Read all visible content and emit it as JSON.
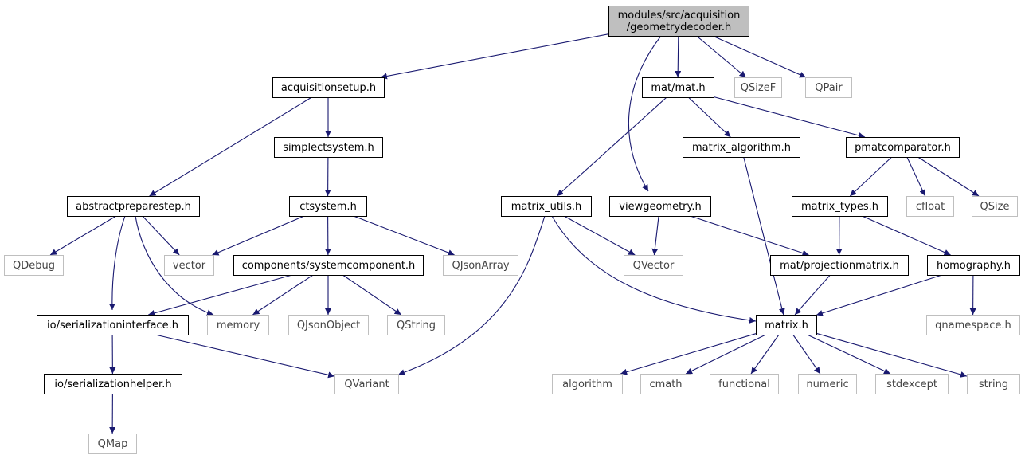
{
  "diagram": {
    "type": "include-dependency-graph",
    "colors": {
      "edge": "#191970",
      "root_fill": "#bfbfbf",
      "node_border": "#000000",
      "external_border": "#bfbfbf"
    },
    "nodes": [
      {
        "id": "root",
        "label": [
          "modules/src/acquisition",
          "/geometrydecoder.h"
        ],
        "kind": "root"
      },
      {
        "id": "acquisitionsetup",
        "label": [
          "acquisitionsetup.h"
        ],
        "kind": "defined"
      },
      {
        "id": "matmat",
        "label": [
          "mat/mat.h"
        ],
        "kind": "defined"
      },
      {
        "id": "qsizef",
        "label": [
          "QSizeF"
        ],
        "kind": "external"
      },
      {
        "id": "qpair",
        "label": [
          "QPair"
        ],
        "kind": "external"
      },
      {
        "id": "simplectsystem",
        "label": [
          "simplectsystem.h"
        ],
        "kind": "defined"
      },
      {
        "id": "matrix_algorithm",
        "label": [
          "matrix_algorithm.h"
        ],
        "kind": "defined"
      },
      {
        "id": "pmatcomparator",
        "label": [
          "pmatcomparator.h"
        ],
        "kind": "defined"
      },
      {
        "id": "abstractpreparestep",
        "label": [
          "abstractpreparestep.h"
        ],
        "kind": "defined"
      },
      {
        "id": "ctsystem",
        "label": [
          "ctsystem.h"
        ],
        "kind": "defined"
      },
      {
        "id": "matrix_utils",
        "label": [
          "matrix_utils.h"
        ],
        "kind": "defined"
      },
      {
        "id": "viewgeometry",
        "label": [
          "viewgeometry.h"
        ],
        "kind": "defined"
      },
      {
        "id": "matrix_types",
        "label": [
          "matrix_types.h"
        ],
        "kind": "defined"
      },
      {
        "id": "cfloat",
        "label": [
          "cfloat"
        ],
        "kind": "external"
      },
      {
        "id": "qsize",
        "label": [
          "QSize"
        ],
        "kind": "external"
      },
      {
        "id": "qdebug",
        "label": [
          "QDebug"
        ],
        "kind": "external"
      },
      {
        "id": "vector",
        "label": [
          "vector"
        ],
        "kind": "external"
      },
      {
        "id": "systemcomponent",
        "label": [
          "components/systemcomponent.h"
        ],
        "kind": "defined"
      },
      {
        "id": "qjsonarray",
        "label": [
          "QJsonArray"
        ],
        "kind": "external"
      },
      {
        "id": "qvector",
        "label": [
          "QVector"
        ],
        "kind": "external"
      },
      {
        "id": "projectionmatrix",
        "label": [
          "mat/projectionmatrix.h"
        ],
        "kind": "defined"
      },
      {
        "id": "homography",
        "label": [
          "homography.h"
        ],
        "kind": "defined"
      },
      {
        "id": "serializationinterface",
        "label": [
          "io/serializationinterface.h"
        ],
        "kind": "defined"
      },
      {
        "id": "memory",
        "label": [
          "memory"
        ],
        "kind": "external"
      },
      {
        "id": "qjsonobject",
        "label": [
          "QJsonObject"
        ],
        "kind": "external"
      },
      {
        "id": "qstring",
        "label": [
          "QString"
        ],
        "kind": "external"
      },
      {
        "id": "matrix",
        "label": [
          "matrix.h"
        ],
        "kind": "defined"
      },
      {
        "id": "qnamespace",
        "label": [
          "qnamespace.h"
        ],
        "kind": "external"
      },
      {
        "id": "serializationhelper",
        "label": [
          "io/serializationhelper.h"
        ],
        "kind": "defined"
      },
      {
        "id": "qvariant",
        "label": [
          "QVariant"
        ],
        "kind": "external"
      },
      {
        "id": "algorithm",
        "label": [
          "algorithm"
        ],
        "kind": "external"
      },
      {
        "id": "cmath",
        "label": [
          "cmath"
        ],
        "kind": "external"
      },
      {
        "id": "functional",
        "label": [
          "functional"
        ],
        "kind": "external"
      },
      {
        "id": "numeric",
        "label": [
          "numeric"
        ],
        "kind": "external"
      },
      {
        "id": "stdexcept",
        "label": [
          "stdexcept"
        ],
        "kind": "external"
      },
      {
        "id": "string",
        "label": [
          "string"
        ],
        "kind": "external"
      },
      {
        "id": "qmap",
        "label": [
          "QMap"
        ],
        "kind": "external"
      }
    ],
    "edges": [
      [
        "root",
        "acquisitionsetup"
      ],
      [
        "root",
        "matmat"
      ],
      [
        "root",
        "qsizef"
      ],
      [
        "root",
        "qpair"
      ],
      [
        "root",
        "viewgeometry"
      ],
      [
        "acquisitionsetup",
        "simplectsystem"
      ],
      [
        "acquisitionsetup",
        "abstractpreparestep"
      ],
      [
        "simplectsystem",
        "ctsystem"
      ],
      [
        "matmat",
        "matrix_utils"
      ],
      [
        "matmat",
        "matrix_algorithm"
      ],
      [
        "matmat",
        "pmatcomparator"
      ],
      [
        "pmatcomparator",
        "matrix_types"
      ],
      [
        "pmatcomparator",
        "cfloat"
      ],
      [
        "pmatcomparator",
        "qsize"
      ],
      [
        "abstractpreparestep",
        "qdebug"
      ],
      [
        "abstractpreparestep",
        "vector"
      ],
      [
        "abstractpreparestep",
        "memory"
      ],
      [
        "abstractpreparestep",
        "serializationinterface"
      ],
      [
        "ctsystem",
        "vector"
      ],
      [
        "ctsystem",
        "systemcomponent"
      ],
      [
        "ctsystem",
        "qjsonarray"
      ],
      [
        "systemcomponent",
        "serializationinterface"
      ],
      [
        "systemcomponent",
        "memory"
      ],
      [
        "systemcomponent",
        "qjsonobject"
      ],
      [
        "systemcomponent",
        "qstring"
      ],
      [
        "matrix_utils",
        "qvector"
      ],
      [
        "matrix_utils",
        "matrix"
      ],
      [
        "matrix_utils",
        "qvariant"
      ],
      [
        "viewgeometry",
        "qvector"
      ],
      [
        "viewgeometry",
        "projectionmatrix"
      ],
      [
        "matrix_algorithm",
        "matrix"
      ],
      [
        "matrix_types",
        "projectionmatrix"
      ],
      [
        "matrix_types",
        "homography"
      ],
      [
        "projectionmatrix",
        "matrix"
      ],
      [
        "homography",
        "matrix"
      ],
      [
        "homography",
        "qnamespace"
      ],
      [
        "serializationinterface",
        "serializationhelper"
      ],
      [
        "serializationinterface",
        "qvariant"
      ],
      [
        "serializationhelper",
        "qmap"
      ],
      [
        "matrix",
        "algorithm"
      ],
      [
        "matrix",
        "cmath"
      ],
      [
        "matrix",
        "functional"
      ],
      [
        "matrix",
        "numeric"
      ],
      [
        "matrix",
        "stdexcept"
      ],
      [
        "matrix",
        "string"
      ]
    ]
  }
}
